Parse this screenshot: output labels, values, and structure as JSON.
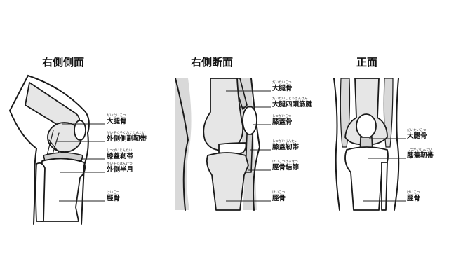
{
  "panels": [
    {
      "title": "右側側面",
      "labels": [
        {
          "ruby": "だいたいこつ",
          "text": "大腿骨"
        },
        {
          "ruby": "がいそくそくふくじんたい",
          "text": "外側側副靭帯"
        },
        {
          "ruby": "しつがいじんたい",
          "text": "膝蓋靭帯"
        },
        {
          "ruby": "がいそくはんげつ",
          "text": "外側半月"
        },
        {
          "ruby": "けいこつ",
          "text": "脛骨"
        }
      ]
    },
    {
      "title": "右側断面",
      "labels": [
        {
          "ruby": "だいたいこつ",
          "text": "大腿骨"
        },
        {
          "ruby": "だいたいしとうきんけん",
          "text": "大腿四頭筋腱"
        },
        {
          "ruby": "しつがいこつ",
          "text": "膝蓋骨"
        },
        {
          "ruby": "しつがいじんたい",
          "text": "膝蓋靭帯"
        },
        {
          "ruby": "けいこつけっせつ",
          "text": "脛骨結節"
        },
        {
          "ruby": "けいこつ",
          "text": "脛骨"
        }
      ]
    },
    {
      "title": "正面",
      "labels": [
        {
          "ruby": "だいたいこつ",
          "text": "大腿骨"
        },
        {
          "ruby": "しつがいじんたい",
          "text": "膝蓋靭帯"
        },
        {
          "ruby": "けいこつ",
          "text": "脛骨"
        }
      ]
    }
  ]
}
